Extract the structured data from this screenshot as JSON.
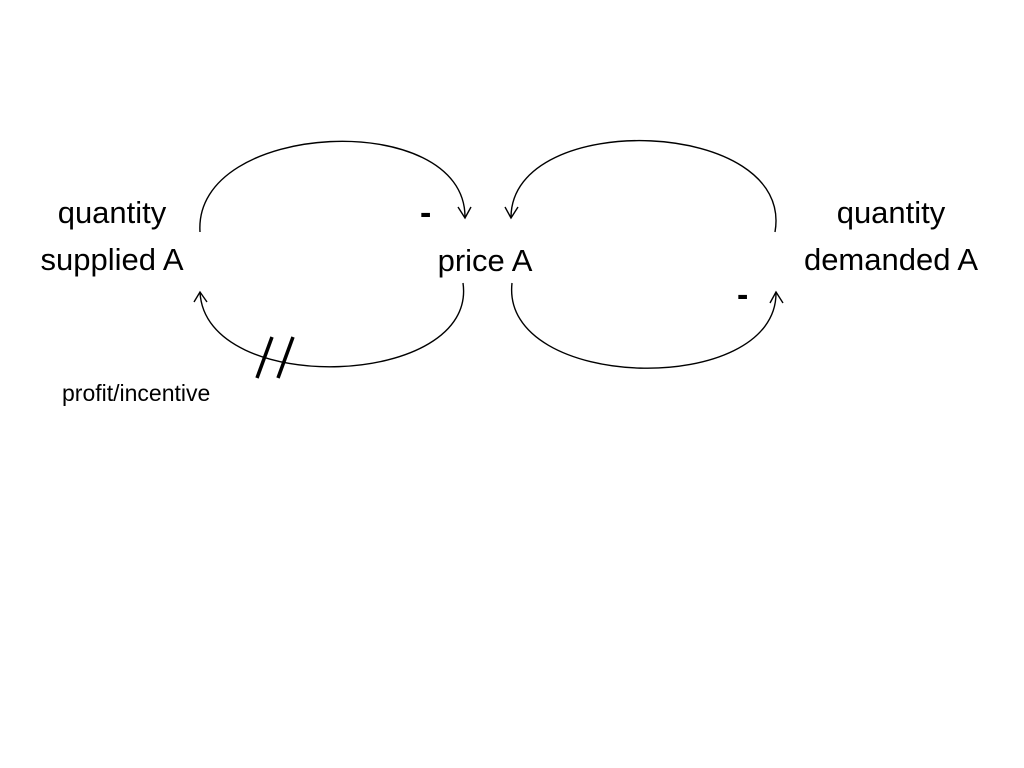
{
  "nodes": {
    "supply": {
      "line1": "quantity",
      "line2": "supplied A"
    },
    "price": {
      "label": "price A"
    },
    "demand": {
      "line1": "quantity",
      "line2": "demanded A"
    }
  },
  "links": {
    "supply_to_price": {
      "polarity": "-"
    },
    "price_to_supply": {
      "label": "profit/incentive",
      "delay_mark": "//"
    },
    "demand_to_price": {},
    "price_to_demand": {
      "polarity": "-"
    }
  },
  "colors": {
    "stroke": "#000000",
    "background": "#ffffff"
  }
}
